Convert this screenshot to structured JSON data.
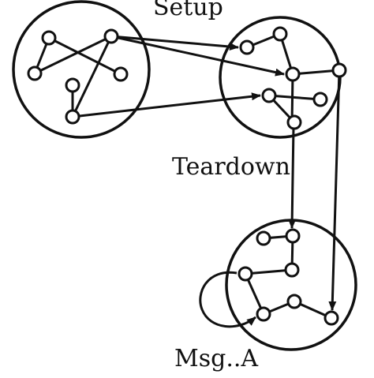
{
  "labels": {
    "setup": "Setup",
    "teardown": "Teardown",
    "msg": "Msg..A"
  },
  "colors": {
    "stroke": "#111111",
    "node_fill": "#ffffff",
    "background": "#ffffff"
  }
}
